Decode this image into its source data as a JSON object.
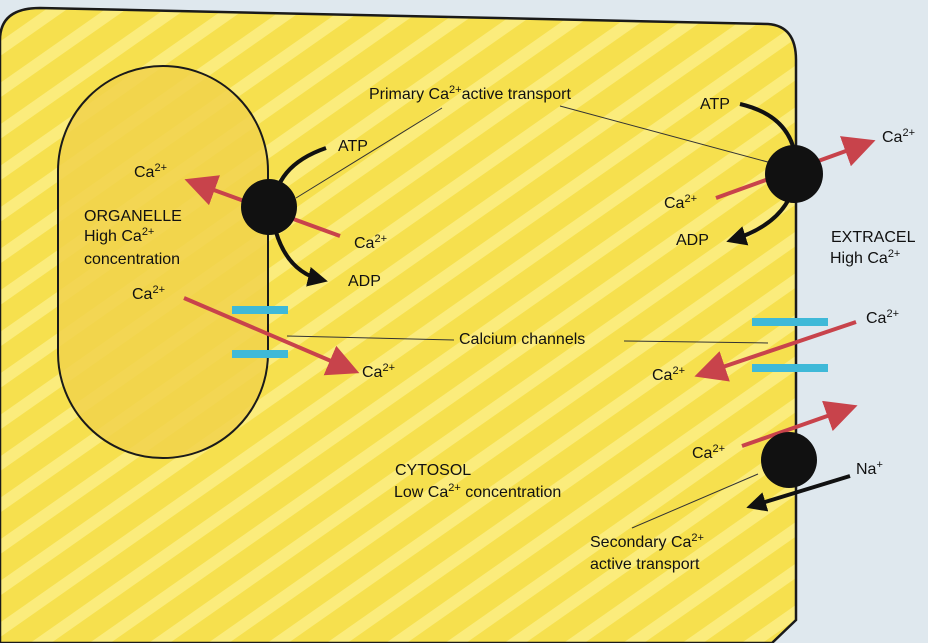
{
  "labels": {
    "primary_transport_pre": "Primary Ca",
    "primary_transport_sup": "2+",
    "primary_transport_post": "active transport",
    "organelle_title": "ORGANELLE",
    "organelle_high_pre": "High Ca",
    "organelle_high_sup": "2+",
    "organelle_concentration": "concentration",
    "atp_left": "ATP",
    "adp_left": "ADP",
    "atp_right": "ATP",
    "adp_right": "ADP",
    "ca_base": "Ca",
    "ca_sup": "2+",
    "calcium_channels": "Calcium channels",
    "cytosol_title": "CYTOSOL",
    "cytosol_low_pre": "Low Ca",
    "cytosol_low_sup": "2+",
    "cytosol_low_post": " concentration",
    "extracellular_title": "EXTRACEL",
    "extracellular_high_pre": "High Ca",
    "extracellular_high_sup": "2+",
    "na_base": "Na",
    "na_sup": "+",
    "secondary_transport_pre": "Secondary Ca",
    "secondary_transport_sup": "2+",
    "secondary_transport_post": "active transport"
  },
  "colors": {
    "background": "#dfe8ee",
    "cell_fill": "#f6e04e",
    "cell_stripe": "#fbec7c",
    "organelle_fill": "#f1d24c",
    "outline": "#1a1a1a",
    "transport_arrow": "#c8434b",
    "channel": "#3fb9d8",
    "pump": "#111111"
  }
}
